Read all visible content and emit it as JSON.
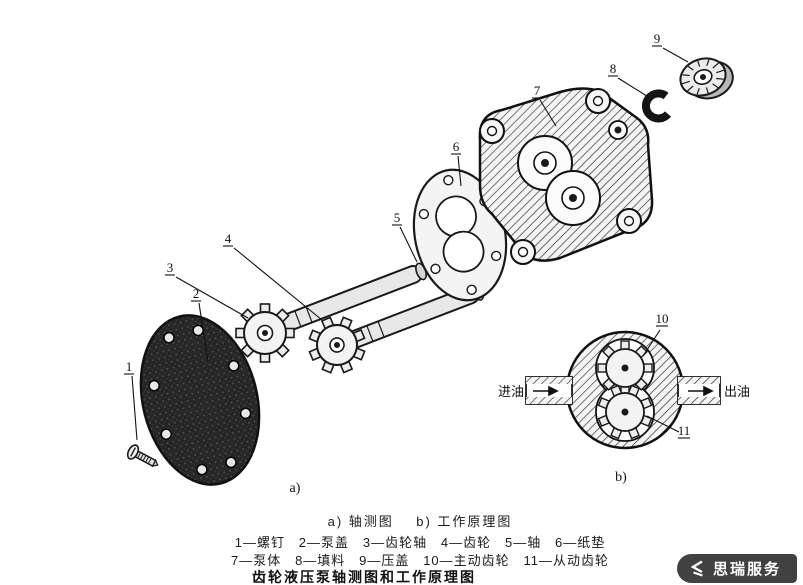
{
  "figure": {
    "callouts": [
      {
        "num": "1"
      },
      {
        "num": "2"
      },
      {
        "num": "3"
      },
      {
        "num": "4"
      },
      {
        "num": "5"
      },
      {
        "num": "6"
      },
      {
        "num": "7"
      },
      {
        "num": "8"
      },
      {
        "num": "9"
      },
      {
        "num": "10"
      },
      {
        "num": "11"
      }
    ],
    "sub_labels": {
      "a": "a)",
      "b": "b)"
    },
    "principle": {
      "oil_in": "进油",
      "oil_out": "出油"
    },
    "caption": {
      "views": "a) 轴测图    b) 工作原理图",
      "parts_line1": "1—螺钉   2—泵盖   3—齿轮轴   4—齿轮   5—轴   6—纸垫",
      "parts_line2": "7—泵体   8—填料   9—压盖   10—主动齿轮   11—从动齿轮",
      "title": "齿轮液压泵轴测图和工作原理图"
    },
    "watermark": {
      "text": "思瑞服务"
    },
    "colors": {
      "ink": "#1a1a1a",
      "watermark_bg": "#414141"
    }
  }
}
